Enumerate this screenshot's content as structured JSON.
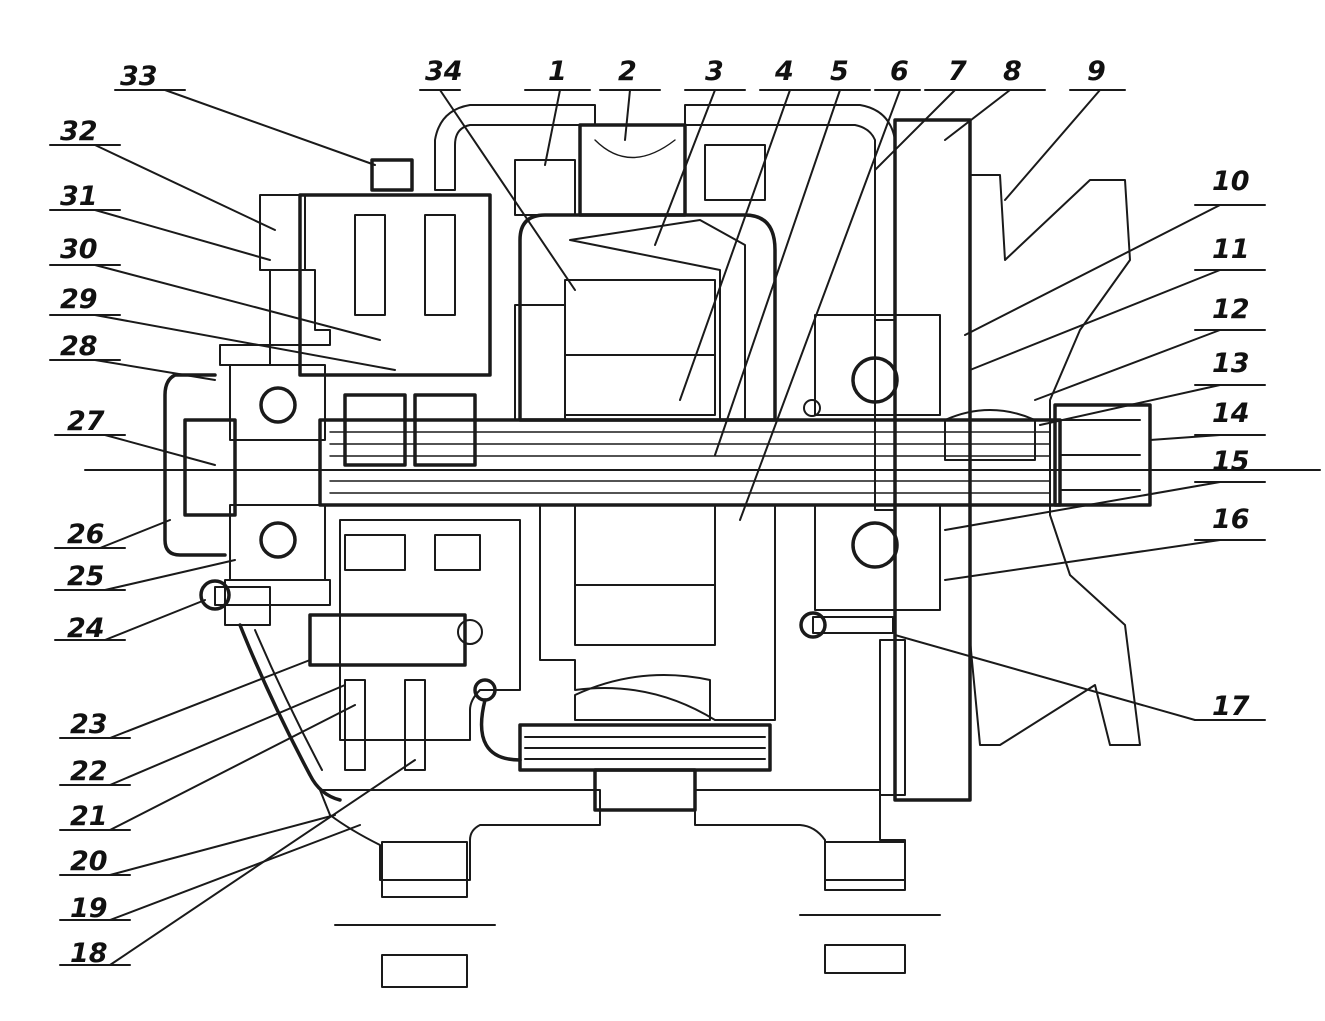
{
  "diagram": {
    "type": "technical-cross-section",
    "callouts": [
      {
        "id": "c1",
        "text": "1"
      },
      {
        "id": "c2",
        "text": "2"
      },
      {
        "id": "c3",
        "text": "3"
      },
      {
        "id": "c4",
        "text": "4"
      },
      {
        "id": "c5",
        "text": "5"
      },
      {
        "id": "c6",
        "text": "6"
      },
      {
        "id": "c7",
        "text": "7"
      },
      {
        "id": "c8",
        "text": "8"
      },
      {
        "id": "c9",
        "text": "9"
      },
      {
        "id": "c10",
        "text": "10"
      },
      {
        "id": "c11",
        "text": "11"
      },
      {
        "id": "c12",
        "text": "12"
      },
      {
        "id": "c13",
        "text": "13"
      },
      {
        "id": "c14",
        "text": "14"
      },
      {
        "id": "c15",
        "text": "15"
      },
      {
        "id": "c16",
        "text": "16"
      },
      {
        "id": "c17",
        "text": "17"
      },
      {
        "id": "c18",
        "text": "18"
      },
      {
        "id": "c19",
        "text": "19"
      },
      {
        "id": "c20",
        "text": "20"
      },
      {
        "id": "c21",
        "text": "21"
      },
      {
        "id": "c22",
        "text": "22"
      },
      {
        "id": "c23",
        "text": "23"
      },
      {
        "id": "c24",
        "text": "24"
      },
      {
        "id": "c25",
        "text": "25"
      },
      {
        "id": "c26",
        "text": "26"
      },
      {
        "id": "c27",
        "text": "27"
      },
      {
        "id": "c28",
        "text": "28"
      },
      {
        "id": "c29",
        "text": "29"
      },
      {
        "id": "c30",
        "text": "30"
      },
      {
        "id": "c31",
        "text": "31"
      },
      {
        "id": "c32",
        "text": "32"
      },
      {
        "id": "c33",
        "text": "33"
      },
      {
        "id": "c34",
        "text": "34"
      }
    ]
  }
}
